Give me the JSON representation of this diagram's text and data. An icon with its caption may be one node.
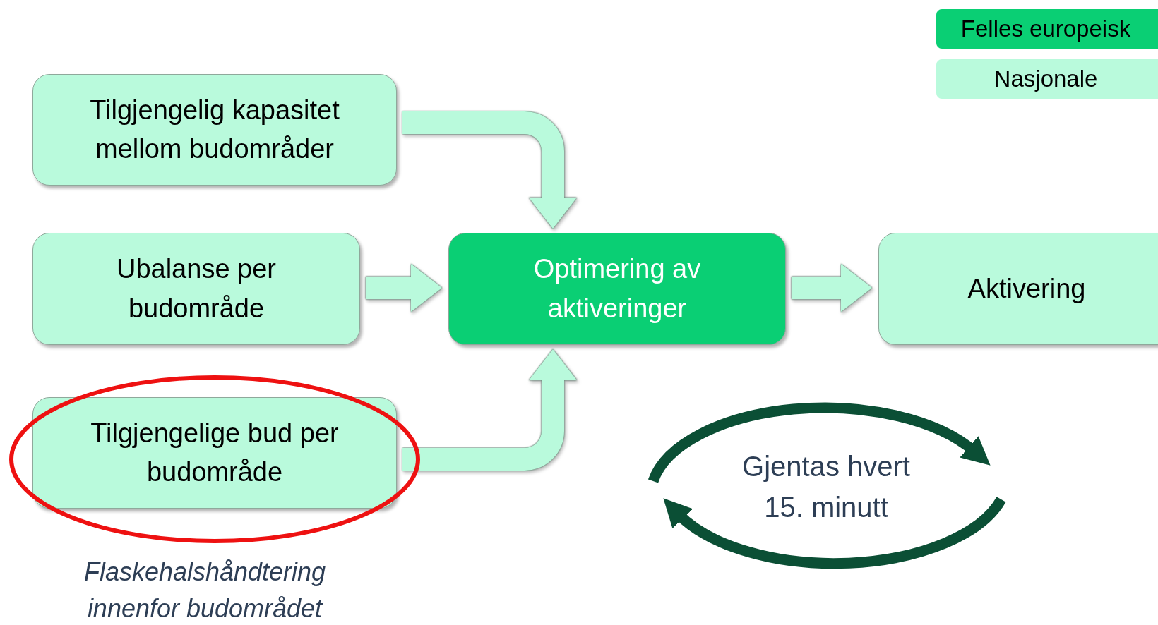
{
  "diagram": {
    "nodes": [
      {
        "text": [
          "Tilgjengelig kapasitet mellom budområder"
        ]
      },
      {
        "text": [
          "Ubalanse per budområde"
        ]
      },
      {
        "text": [
          "Tilgjengelige bud per budområde"
        ]
      },
      {
        "text": [
          "Optimering av aktiveringer"
        ]
      },
      {
        "text": [
          "Aktivering"
        ]
      }
    ],
    "edges": [
      {
        "from": 0,
        "to": 3,
        "arrow": "to"
      },
      {
        "from": 1,
        "to": 3,
        "arrow": "to"
      },
      {
        "from": 2,
        "to": 3,
        "arrow": "to"
      },
      {
        "from": 3,
        "to": 4,
        "arrow": "to"
      }
    ],
    "labels": [
      "Gjentas hvert 15. minutt",
      "Flaskehalshåndtering innenfor budområdet"
    ],
    "legend": [
      {
        "text": "Felles europeisk",
        "color": "#0acf74"
      },
      {
        "text": "Nasjonale",
        "color": "#b9fadc"
      }
    ]
  }
}
